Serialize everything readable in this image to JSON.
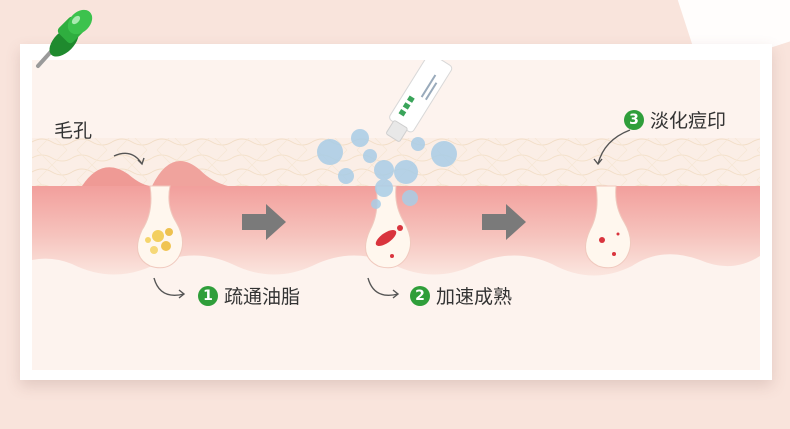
{
  "labels": {
    "pore": "毛孔",
    "step1": {
      "num": "1",
      "text": "疏通油脂"
    },
    "step2": {
      "num": "2",
      "text": "加速成熟"
    },
    "step3": {
      "num": "3",
      "text": "淡化痘印"
    }
  },
  "tube_text": "",
  "colors": {
    "accent_green": "#2f9e3a",
    "skin_top": "#f7dcd2",
    "skin_body": "#f3b7b3",
    "arrow_gray": "#7a7a7a",
    "bubble_blue": "#a9cde6",
    "red_spot": "#d9343d",
    "oil_yellow": "#f3cf5f"
  },
  "icons": [
    "push-pin-icon",
    "right-arrow-icon",
    "right-arrow-icon",
    "curved-pointer-arrow-icon"
  ]
}
